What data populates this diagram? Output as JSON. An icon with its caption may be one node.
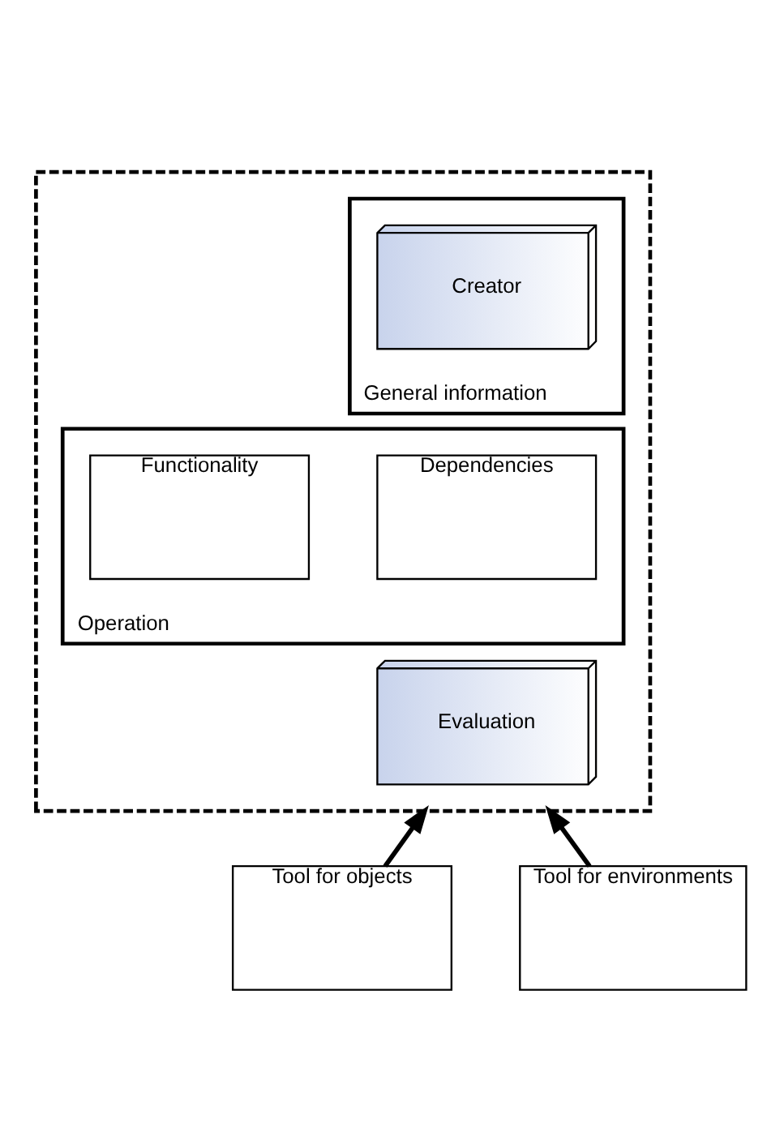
{
  "diagram": {
    "nodes": [
      {
        "text": [],
        "shape": "box"
      },
      {
        "text": [
          "General information"
        ],
        "in": 0
      },
      {
        "text": [
          "Creator"
        ],
        "in": 1
      },
      {
        "text": [
          "Operation"
        ],
        "in": 0
      },
      {
        "text": [
          "Functionality"
        ],
        "in": 3
      },
      {
        "text": [
          "Dependencies"
        ],
        "in": 3
      },
      {
        "text": [
          "Evaluation"
        ],
        "in": 0
      },
      {
        "text": [
          "Tool for objects"
        ]
      },
      {
        "text": [
          "Tool for environments"
        ]
      }
    ],
    "edges": [
      {
        "from": 7,
        "to": 0,
        "arrow": "to"
      },
      {
        "from": 8,
        "to": 0,
        "arrow": "to"
      }
    ]
  }
}
